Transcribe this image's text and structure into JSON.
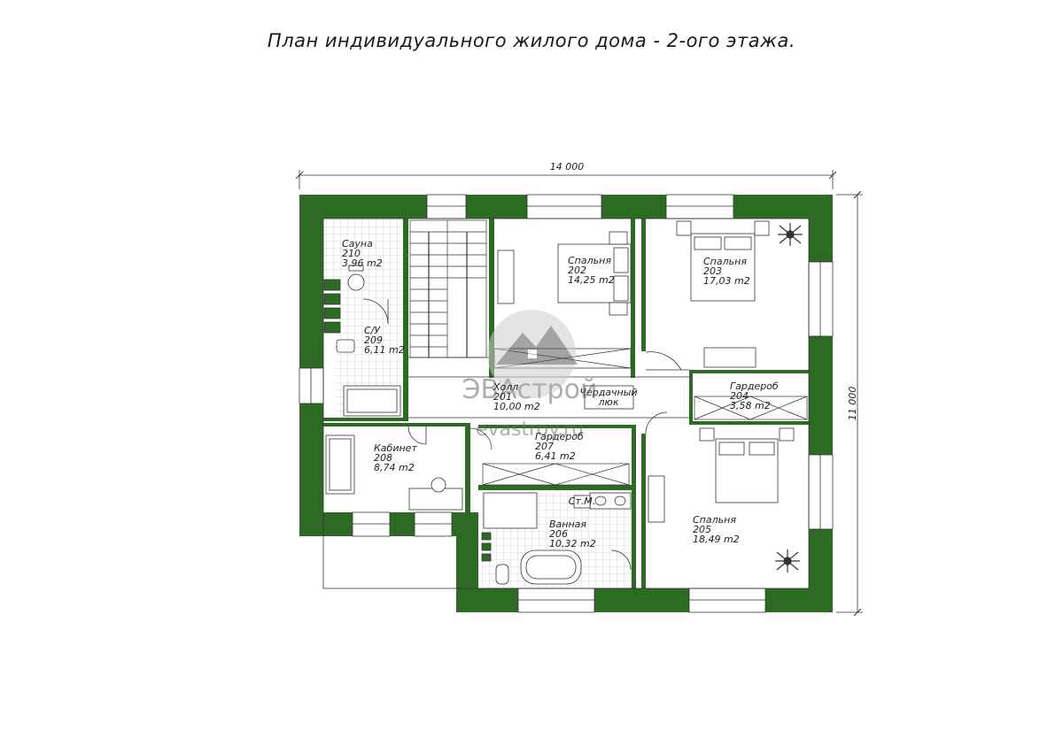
{
  "title": "План индивидуального жилого дома - 2-ого этажа.",
  "dimensions": {
    "width": "14 000",
    "height": "11 000"
  },
  "watermark": {
    "brand": "ЭВАстрой",
    "site": "evastroy.ru"
  },
  "colors": {
    "wall": "#2d6a24",
    "tile": "#d9d9d9",
    "line": "#333333"
  },
  "rooms": {
    "sauna": {
      "name": "Сауна",
      "number": "210",
      "area": "3,96 m2"
    },
    "wc": {
      "name": "С/У",
      "number": "209",
      "area": "6,11 m2"
    },
    "bedroom202": {
      "name": "Спальня",
      "number": "202",
      "area": "14,25 m2"
    },
    "bedroom203": {
      "name": "Спальня",
      "number": "203",
      "area": "17,03 m2"
    },
    "hall": {
      "name": "Холл",
      "number": "201",
      "area": "10,00 m2"
    },
    "wardrobe204": {
      "name": "Гардероб",
      "number": "204",
      "area": "3,58 m2"
    },
    "office": {
      "name": "Кабинет",
      "number": "208",
      "area": "8,74 m2"
    },
    "wardrobe207": {
      "name": "Гардероб",
      "number": "207",
      "area": "6,41 m2"
    },
    "bathroom": {
      "name": "Ванная",
      "number": "206",
      "area": "10,32 m2"
    },
    "bedroom205": {
      "name": "Спальня",
      "number": "205",
      "area": "18,49 m2"
    }
  },
  "labels": {
    "attic_hatch_1": "Чердачный",
    "attic_hatch_2": "люк",
    "washer": "Ст.М."
  }
}
